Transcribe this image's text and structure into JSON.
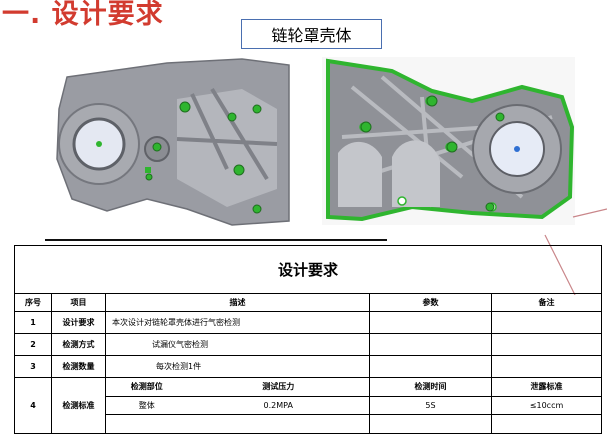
{
  "slide": {
    "title": "一. 设计要求"
  },
  "part_label": "链轮罩壳体",
  "table": {
    "title": "设计要求",
    "headers": {
      "seq": "序号",
      "item": "项目",
      "desc": "描述",
      "param": "参数",
      "remark": "备注"
    },
    "rows": [
      {
        "seq": "1",
        "item": "设计要求",
        "desc": "本次设计对链轮罩壳体进行气密检测"
      },
      {
        "seq": "2",
        "item": "检测方式",
        "desc": "试漏仪气密检测"
      },
      {
        "seq": "3",
        "item": "检测数量",
        "desc": "每次检测1件"
      }
    ],
    "standard": {
      "seq": "4",
      "item": "检测标准",
      "sub_headers": {
        "part": "检测部位",
        "pressure": "测试压力",
        "time": "检测时间",
        "leak": "泄露标准"
      },
      "values": {
        "part": "整体",
        "pressure": "0.2MPA",
        "time": "5S",
        "leak": "≤10ccm"
      }
    }
  },
  "colors": {
    "title_red": "#d23b2f",
    "box_border": "#4a6fb0",
    "highlight_green": "#2fb52f"
  }
}
